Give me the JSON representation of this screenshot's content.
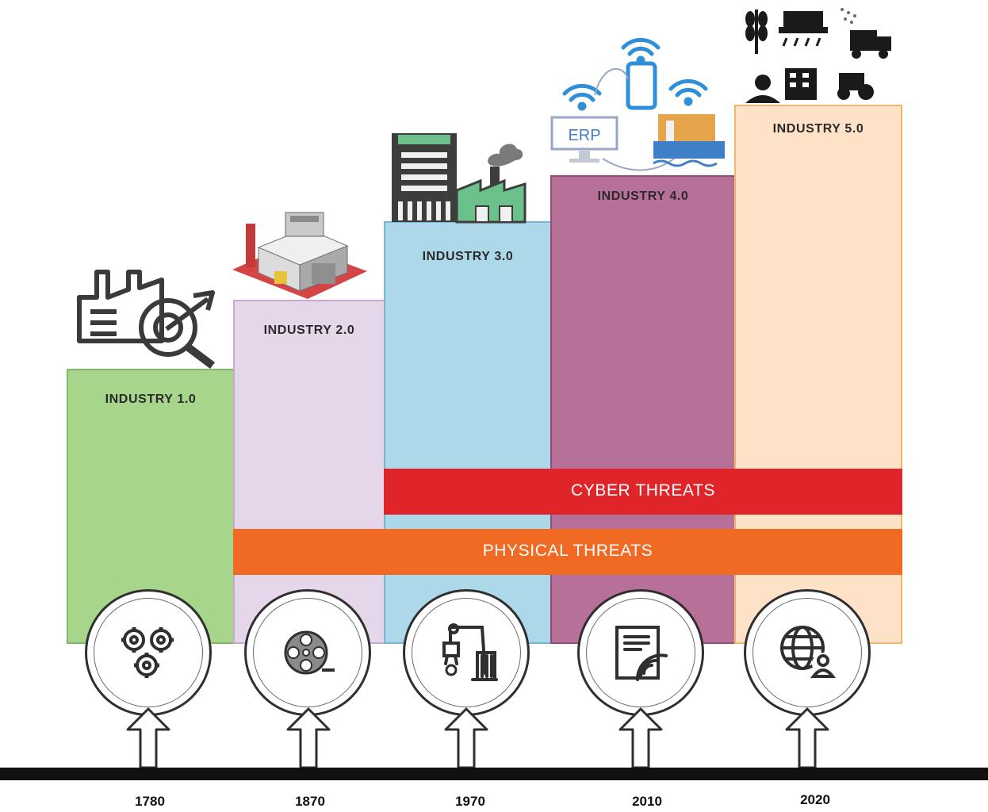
{
  "columns": [
    {
      "label": "INDUSTRY 1.0",
      "fill": "#a7d58b",
      "border": "#7fb868"
    },
    {
      "label": "INDUSTRY 2.0",
      "fill": "#e6d6ea",
      "border": "#c7a9cd"
    },
    {
      "label": "INDUSTRY 3.0",
      "fill": "#add8ea",
      "border": "#76b6d4"
    },
    {
      "label": "INDUSTRY 4.0",
      "fill": "#b77199",
      "border": "#8e4e76"
    },
    {
      "label": "INDUSTRY 5.0",
      "fill": "#fde2c8",
      "border": "#efb46e"
    }
  ],
  "bands": {
    "cyber": {
      "label": "CYBER THREATS",
      "color": "#e0252a"
    },
    "physical": {
      "label": "PHYSICAL THREATS",
      "color": "#f06a24"
    }
  },
  "timeline": {
    "years": [
      "1780",
      "1870",
      "1970",
      "2010",
      "2020"
    ]
  },
  "icons": {
    "industry1": "factory-analytics-icon",
    "industry2": "factory-building-icon",
    "industry3": "factory-automation-icon",
    "industry4": "erp-smartphone-network-icon",
    "industry5": "smart-farming-icon",
    "circle1": "gears-icon",
    "circle2": "film-reel-icon",
    "circle3": "robotic-arm-icon",
    "circle4": "wireless-document-icon",
    "circle5": "globe-user-icon"
  },
  "erp_label": "ERP"
}
